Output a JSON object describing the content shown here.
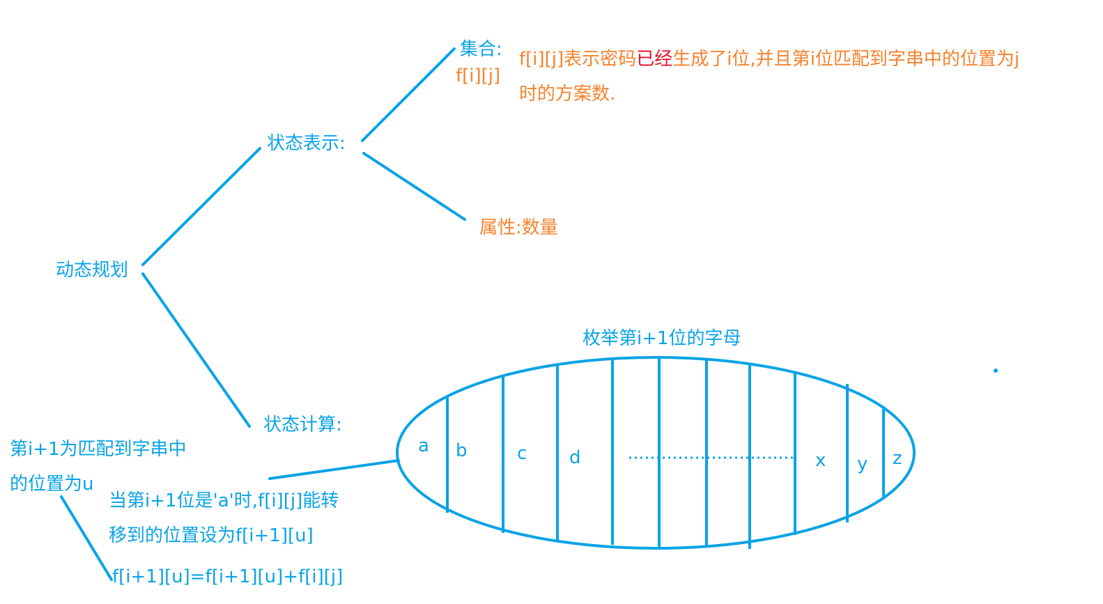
{
  "colors": {
    "primary_blue": "#0aa3e6",
    "orange": "#f7822d",
    "red": "#e8102a",
    "background": "#ffffff"
  },
  "root": {
    "label": "动态规划"
  },
  "state_representation": {
    "label": "状态表示:",
    "set": {
      "label": "集合:",
      "symbol": "f[i][j]",
      "description_part1": "f[i][j]表示密码",
      "description_highlight": "已经",
      "description_part2": "生成了i位,并且第i位匹配到字串中的位置为j",
      "description_line2": "时的方案数."
    },
    "attribute": {
      "label": "属性:数量"
    }
  },
  "state_computation": {
    "label": "状态计算:",
    "enumeration_title": "枚举第i+1位的字母",
    "letters": [
      "a",
      "b",
      "c",
      "d",
      "x",
      "y",
      "z"
    ],
    "ellipsis": "......................",
    "note_u_line1": "第i+1为匹配到字串中",
    "note_u_line2": "的位置为u",
    "note_transfer_line1": "当第i+1位是'a'时,f[i][j]能转",
    "note_transfer_line2": "移到的位置设为f[i+1][u]",
    "formula": "f[i+1][u]=f[i+1][u]+f[i][j]"
  }
}
